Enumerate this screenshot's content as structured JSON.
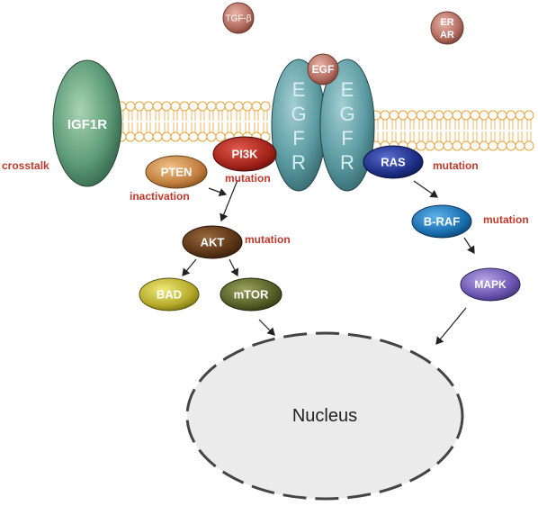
{
  "labels": {
    "tgfb": "TGF-β",
    "er": "ER",
    "ar": "AR",
    "egf": "EGF",
    "igf1r": "IGF1R",
    "egfr_letters": [
      "E",
      "G",
      "F",
      "R"
    ],
    "pi3k": "PI3K",
    "pten": "PTEN",
    "akt": "AKT",
    "bad": "BAD",
    "mtor": "mTOR",
    "ras": "RAS",
    "braf": "B-RAF",
    "mapk": "MAPK",
    "nucleus": "Nucleus",
    "crosstalk": "crosstalk",
    "inactivation": "inactivation",
    "mutation_pi3k": "mutation",
    "mutation_akt": "mutation",
    "mutation_ras": "mutation",
    "mutation_braf": "mutation"
  },
  "colors": {
    "red_text": "#c0392b",
    "membrane": "#e8a33a"
  }
}
